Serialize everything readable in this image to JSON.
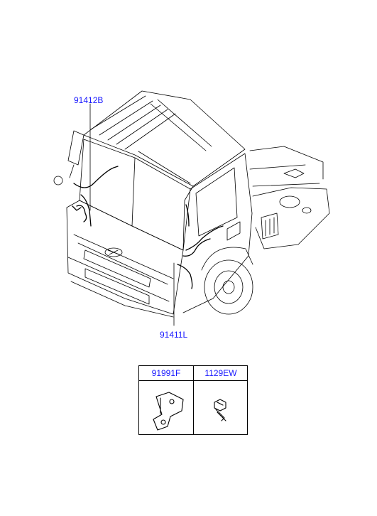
{
  "diagram": {
    "callouts": [
      {
        "id": "b",
        "part_no": "91412B"
      },
      {
        "id": "l",
        "part_no": "91411L"
      }
    ]
  },
  "parts_table": {
    "columns": [
      {
        "part_no": "91991F",
        "icon": "bracket-icon"
      },
      {
        "part_no": "1129EW",
        "icon": "bolt-icon"
      }
    ]
  },
  "colors": {
    "label": "#1a1aff",
    "line": "#000000"
  }
}
